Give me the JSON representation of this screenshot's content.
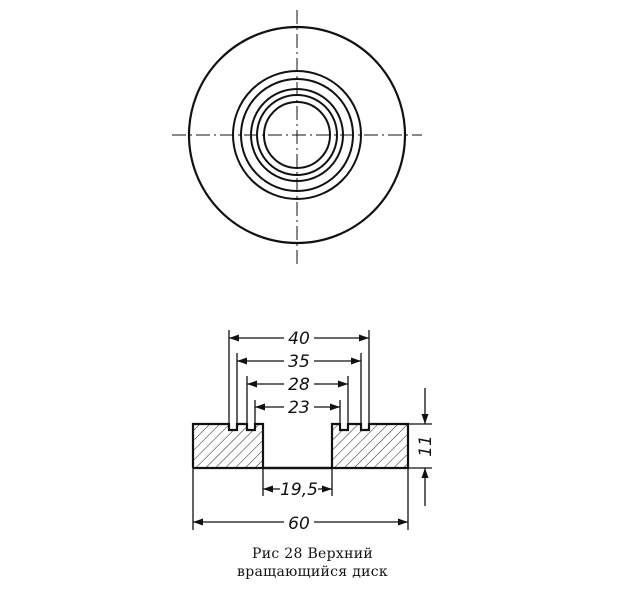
{
  "figure": {
    "caption_line1": "Рис 28 Верхний",
    "caption_line2": "вращающийся диск"
  },
  "dimensions": {
    "outer_diameter": "60",
    "groove_outer": "40",
    "groove_mid": "35",
    "groove_inner_outer": "28",
    "groove_inner": "23",
    "bore": "19,5",
    "thickness": "11"
  }
}
